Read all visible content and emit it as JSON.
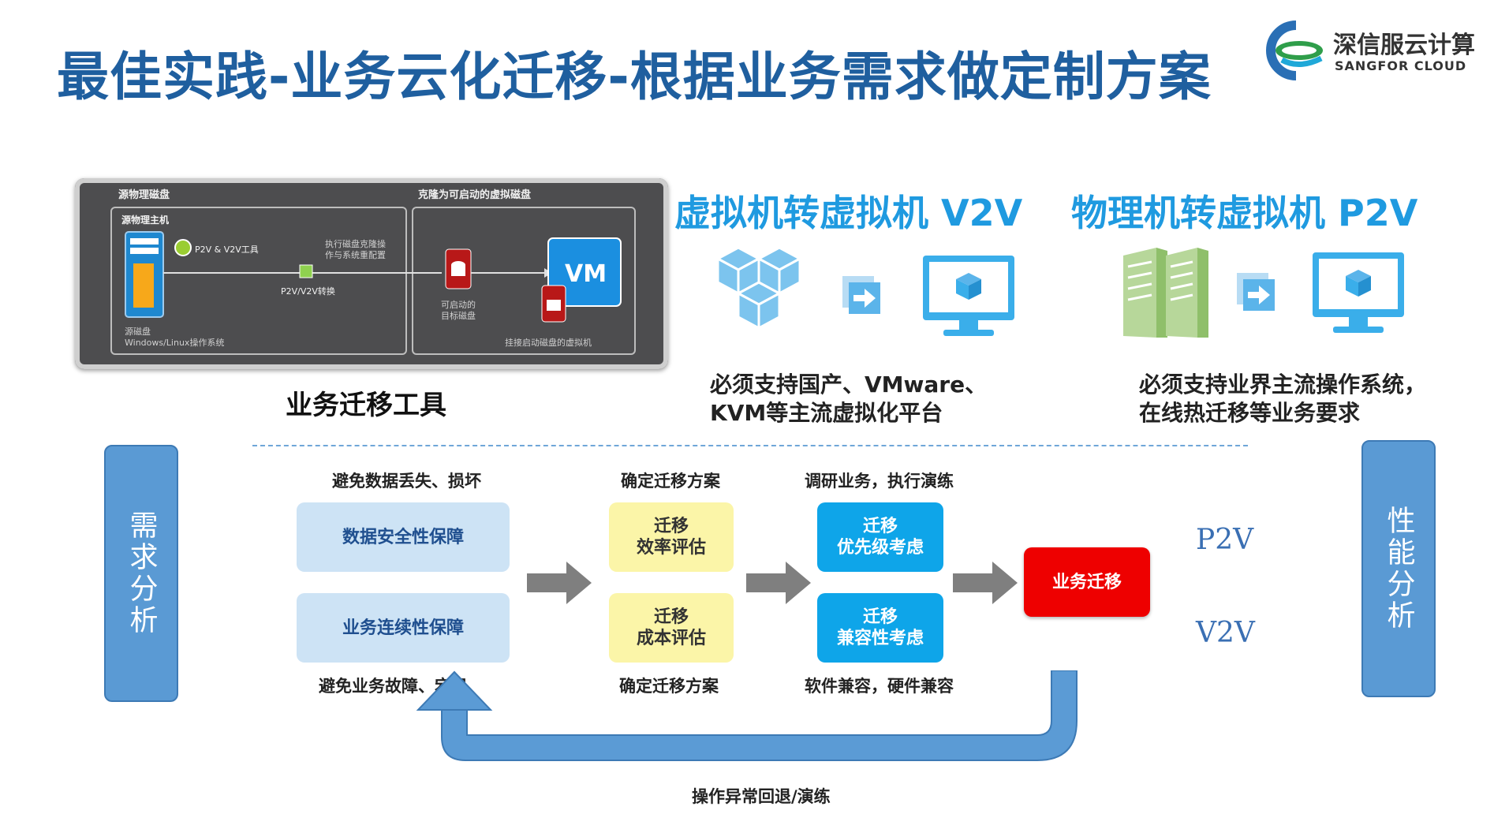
{
  "title": "最佳实践-业务云化迁移-根据业务需求做定制方案",
  "logo": {
    "cn": "深信服云计算",
    "en": "SANGFOR CLOUD"
  },
  "panel": {
    "left_header": "源物理磁盘",
    "right_header": "克隆为可启动的虚拟磁盘",
    "host": "源物理主机",
    "tool": "P2V & V2V工具",
    "exec": [
      "执行磁盘克隆操",
      "作与系统重配置"
    ],
    "convert": "P2V/V2V转换",
    "source_disk": [
      "源磁盘",
      "Windows/Linux操作系统"
    ],
    "target_disk": [
      "可启动的",
      "目标磁盘"
    ],
    "vm": "VM",
    "vm_note": "挂接启动磁盘的虚拟机"
  },
  "tool_label": "业务迁移工具",
  "v2v": {
    "title": "虚拟机转虚拟机 V2V",
    "desc": [
      "必须支持国产、VMware、",
      "KVM等主流虚拟化平台"
    ]
  },
  "p2v": {
    "title": "物理机转虚拟机 P2V",
    "desc": [
      "必须支持业界主流操作系统，",
      "在线热迁移等业务要求"
    ]
  },
  "left_bar": "需求分析",
  "right_bar": "性能分析",
  "captions": {
    "c1_top": "避免数据丢失、损坏",
    "c1_bottom": "避免业务故障、宕机",
    "c2_top": "确定迁移方案",
    "c2_bottom": "确定迁移方案",
    "c3_top": "调研业务，执行演练",
    "c3_bottom": "软件兼容，硬件兼容",
    "loop": "操作异常回退/演练"
  },
  "boxes": {
    "data_security": "数据安全性保障",
    "business_continuity": "业务连续性保障",
    "efficiency": "迁移\n效率评估",
    "cost": "迁移\n成本评估",
    "priority": "迁移\n优先级考虑",
    "compat": "迁移\n兼容性考虑",
    "migrate": "业务迁移"
  },
  "side_labels": {
    "p2v": "P2V",
    "v2v": "V2V"
  },
  "icons": [
    "cubes-icon",
    "transfer-arrow-icon",
    "monitor-cube-icon",
    "server-rack-icon"
  ],
  "colors": {
    "title": "#1f5f9f",
    "accent": "#1f9ae0",
    "sidebar": "#5a9ad4",
    "red": "#ee0000",
    "yellow": "#fbf5a8",
    "light": "#cde3f5"
  }
}
